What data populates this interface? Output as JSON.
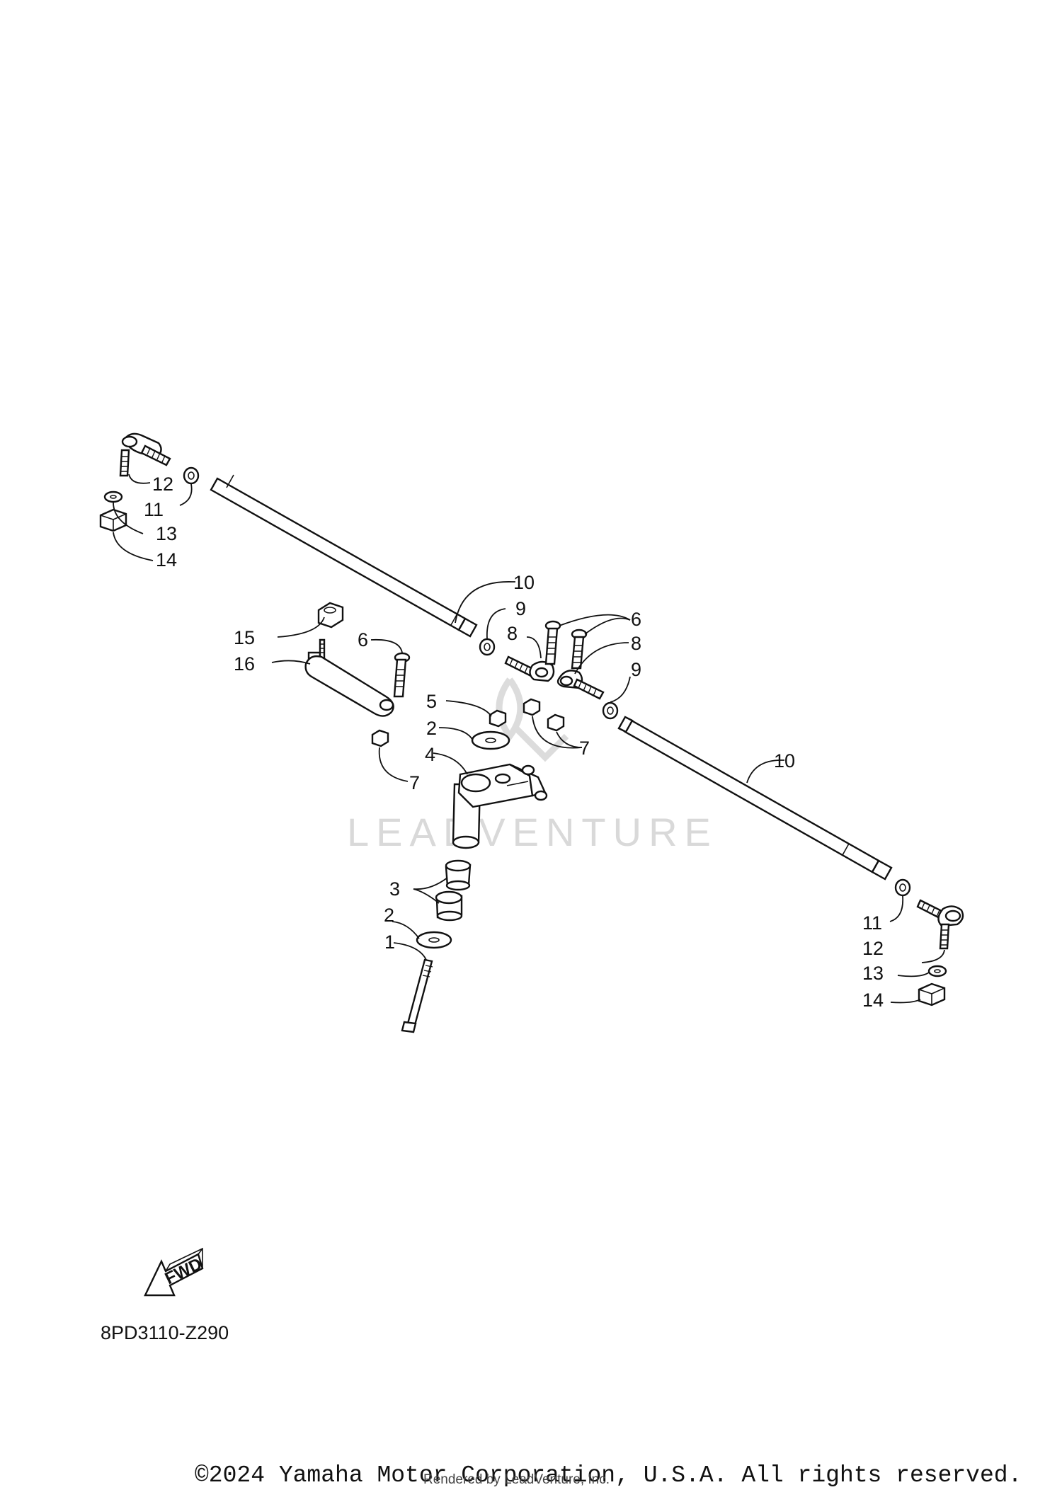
{
  "callouts": {
    "c1": "1",
    "c2a": "2",
    "c2b": "2",
    "c3": "3",
    "c4": "4",
    "c5": "5",
    "c6a": "6",
    "c6b": "6",
    "c7a": "7",
    "c7b": "7",
    "c8a": "8",
    "c8b": "8",
    "c9a": "9",
    "c9b": "9",
    "c10a": "10",
    "c10b": "10",
    "c11a": "11",
    "c11b": "11",
    "c12a": "12",
    "c12b": "12",
    "c13a": "13",
    "c13b": "13",
    "c14a": "14",
    "c14b": "14",
    "c15": "15",
    "c16": "16"
  },
  "watermark": "LEADVENTURE",
  "fwd_label": "FWD",
  "diagram_code": "8PD3110-Z290",
  "copyright": "©2024 Yamaha Motor Corporation, U.S.A. All rights reserved.",
  "rendered_by": "Rendered by LeadVenture, Inc."
}
